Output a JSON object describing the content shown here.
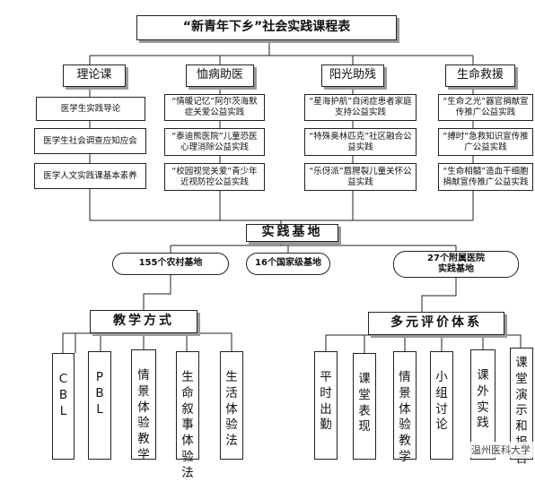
{
  "title": "“新青年下乡”社会实践课程表",
  "categories": [
    {
      "label": "理论课",
      "items": [
        "医学生实践导论",
        "医学生社会调查应知应会",
        "医学人文实践课基本素养"
      ]
    },
    {
      "label": "恤病助医",
      "items": [
        "“情暖记忆”阿尔茨海默症关爱公益实践",
        "“泰迪熊医院”儿童恐医心理消除公益实践",
        "“校园视觉关爱”青少年近视防控公益实践"
      ]
    },
    {
      "label": "阳光助残",
      "items": [
        "“星海护航”自闭症患者家庭支持公益实践",
        "“特殊奥林匹克”社区融合公益实践",
        "“乐伢派”唇腭裂儿童关怀公益实践"
      ]
    },
    {
      "label": "生命救援",
      "items": [
        "“生命之光”器官捐献宣传推广公益实践",
        "“搏时”急救知识宣传推广公益实践",
        "“生命相髓”造血干细胞捐献宣传推广公益实践"
      ]
    }
  ],
  "practice_base": {
    "label": "实践基地",
    "items": [
      "155个农村基地",
      "16个国家级基地",
      "27个附属医院\n实践基地"
    ]
  },
  "teaching_methods": {
    "label": "教学方式",
    "items": [
      "C\nB\nL",
      "P\nB\nL",
      "情\n景\n体\n验\n教\n学",
      "生\n命\n叙\n事\n体\n验\n法",
      "生\n活\n体\n验\n法"
    ]
  },
  "evaluation": {
    "label": "多元评价体系",
    "items": [
      "平\n时\n出\n勤",
      "课\n堂\n表\n现",
      "情\n景\n体\n验\n教\n学",
      "小\n组\n讨\n论",
      "课\n外\n实\n践",
      "课\n堂\n演\n示\n和\n报\n告"
    ]
  },
  "watermark": "温州医科大学",
  "colors": {
    "line": "#222222",
    "shadow": "#9a9a9a"
  }
}
